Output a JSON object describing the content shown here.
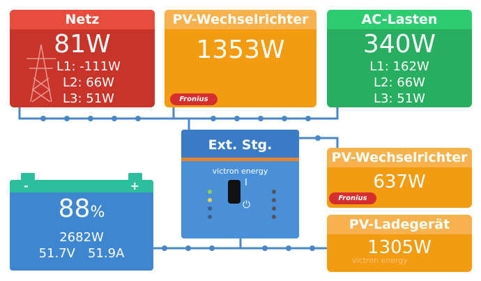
{
  "netz": {
    "title": "Netz",
    "power": "81W",
    "l1": "L1: -111W",
    "l2": "L2: 66W",
    "l3": "L3: 51W"
  },
  "pv_inverter_top": {
    "title": "PV-Wechselrichter",
    "power": "1353W",
    "brand": "Fronius"
  },
  "ac_loads": {
    "title": "AC-Lasten",
    "power": "340W",
    "l1": "L1: 162W",
    "l2": "L2: 66W",
    "l3": "L3: 51W"
  },
  "ext_control": {
    "title": "Ext. Stg.",
    "brand": "victron energy",
    "switch_on": "I"
  },
  "pv_inverter_right": {
    "title": "PV-Wechselrichter",
    "power": "637W",
    "brand": "Fronius"
  },
  "battery": {
    "minus": "-",
    "plus": "+",
    "soc": "88",
    "soc_unit": "%",
    "power": "2682W",
    "voltage": "51.7V",
    "current": "51.9A"
  },
  "pv_charger": {
    "title": "PV-Ladegerät",
    "power": "1305W",
    "brand": "victron energy"
  },
  "colors": {
    "netz": "#c9342a",
    "pv": "#f39c12",
    "ac": "#27ae60",
    "battery": "#3f86d0",
    "wire": "#4a86c8"
  }
}
